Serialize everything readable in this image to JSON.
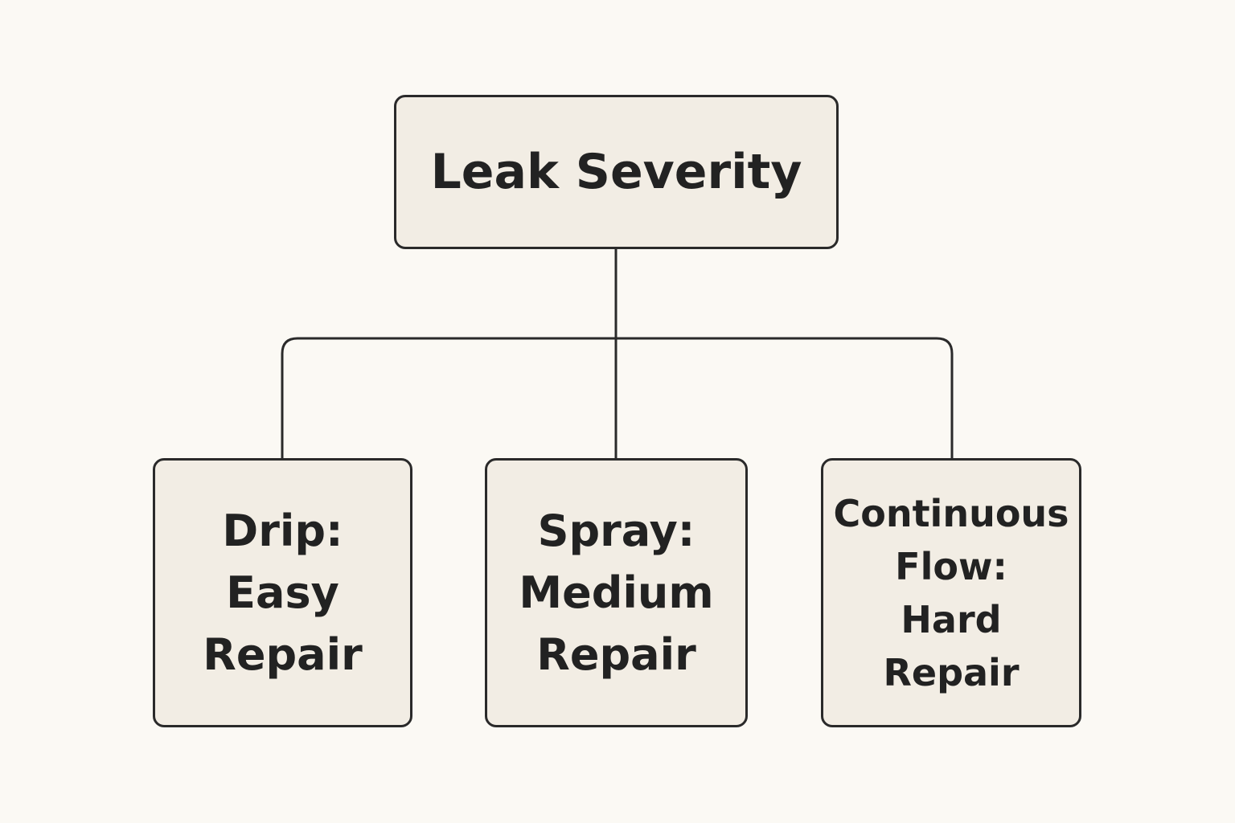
{
  "colors": {
    "background": "#fbf9f4",
    "node_fill": "#f2ede4",
    "stroke": "#2a2a2a",
    "text": "#222222"
  },
  "root": {
    "label": "Leak Severity"
  },
  "children": [
    {
      "lines": [
        "Drip:",
        "Easy",
        "Repair"
      ]
    },
    {
      "lines": [
        "Spray:",
        "Medium",
        "Repair"
      ]
    },
    {
      "lines": [
        "Continuous",
        "Flow:",
        "Hard",
        "Repair"
      ]
    }
  ]
}
